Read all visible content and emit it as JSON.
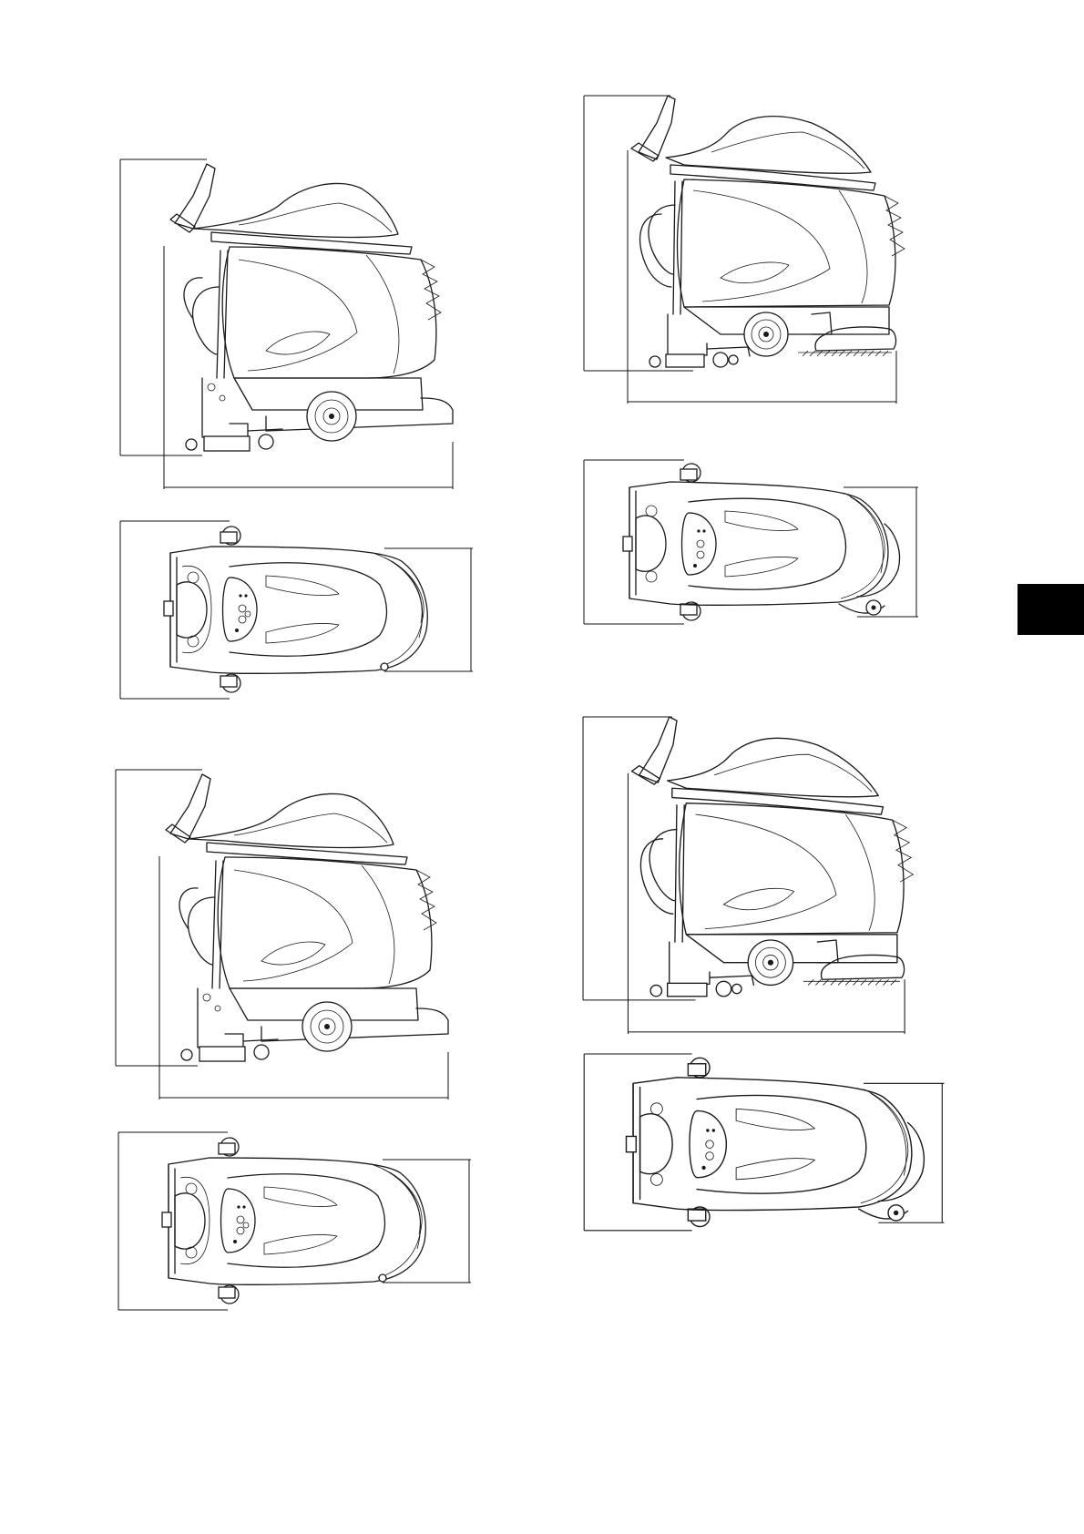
{
  "page": {
    "tab_color": "#000000",
    "line_color": "#1a1a1a",
    "background": "#ffffff"
  },
  "figures": [
    {
      "id": "side-view-a",
      "view": "side"
    },
    {
      "id": "top-view-a",
      "view": "top"
    },
    {
      "id": "side-view-b",
      "view": "side"
    },
    {
      "id": "top-view-b",
      "view": "top"
    },
    {
      "id": "side-view-c",
      "view": "side-with-brush"
    },
    {
      "id": "top-view-c",
      "view": "top-with-brush"
    },
    {
      "id": "side-view-d",
      "view": "side-with-brush"
    },
    {
      "id": "top-view-d",
      "view": "top-with-brush"
    }
  ]
}
